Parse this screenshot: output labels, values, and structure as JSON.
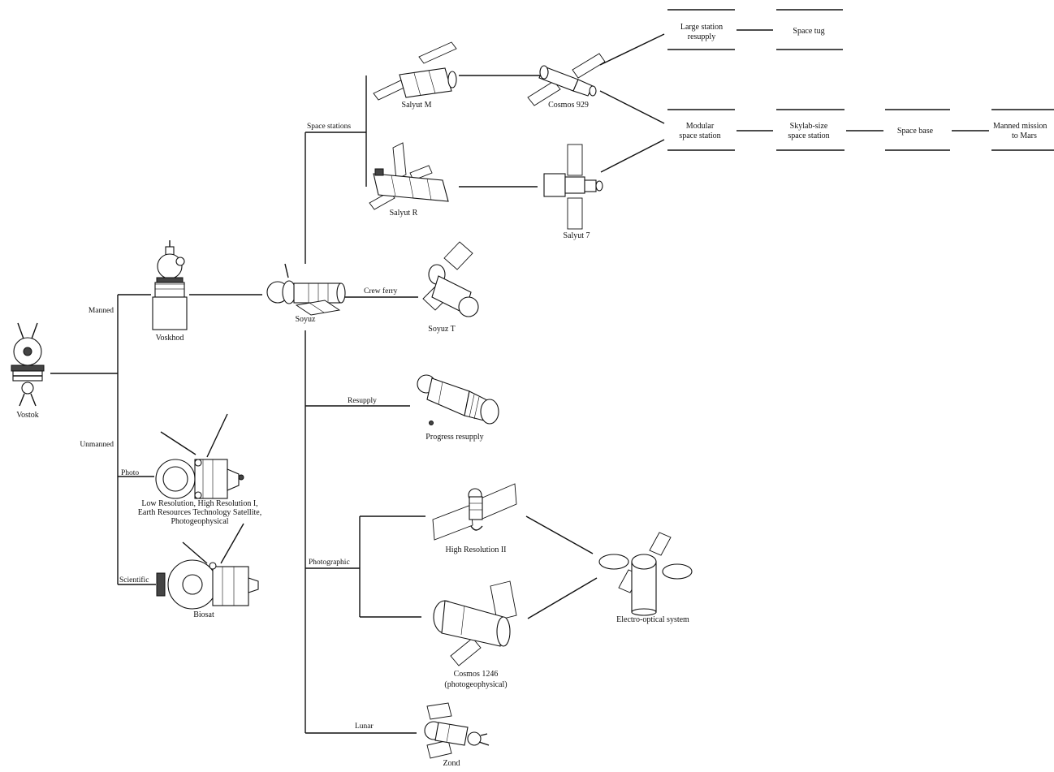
{
  "diagram": {
    "nodes": {
      "vostok": "Vostok",
      "voskhod": "Voskhod",
      "soyuz": "Soyuz",
      "salyut_m": "Salyut  M",
      "salyut_r": "Salyut R",
      "cosmos_929": "Cosmos 929",
      "salyut_7": "Salyut 7",
      "soyuz_t": "Soyuz T",
      "progress": "Progress resupply",
      "high_res_2": "High Resolution II",
      "cosmos_1246_line1": "Cosmos 1246",
      "cosmos_1246_line2": "(photogeophysical)",
      "electro_optical": "Electro-optical system",
      "zond": "Zond",
      "photo_sats_line1": "Low Resolution, High Resolution I,",
      "photo_sats_line2": "Earth Resources Technology Satellite,",
      "photo_sats_line3": "Photogeophysical",
      "biosat": "Biosat"
    },
    "branches": {
      "manned": "Manned",
      "unmanned": "Unmanned",
      "photo": "Photo",
      "scientific": "Scientific",
      "space_stations": "Space stations",
      "crew_ferry": "Crew ferry",
      "resupply": "Resupply",
      "photographic": "Photographic",
      "lunar": "Lunar"
    },
    "future": {
      "large_station_line1": "Large station",
      "large_station_line2": "resupply",
      "space_tug": "Space tug",
      "modular_line1": "Modular",
      "modular_line2": "space station",
      "skylab_line1": "Skylab-size",
      "skylab_line2": "space station",
      "space_base": "Space base",
      "mars_line1": "Manned mission",
      "mars_line2": "to Mars"
    }
  }
}
